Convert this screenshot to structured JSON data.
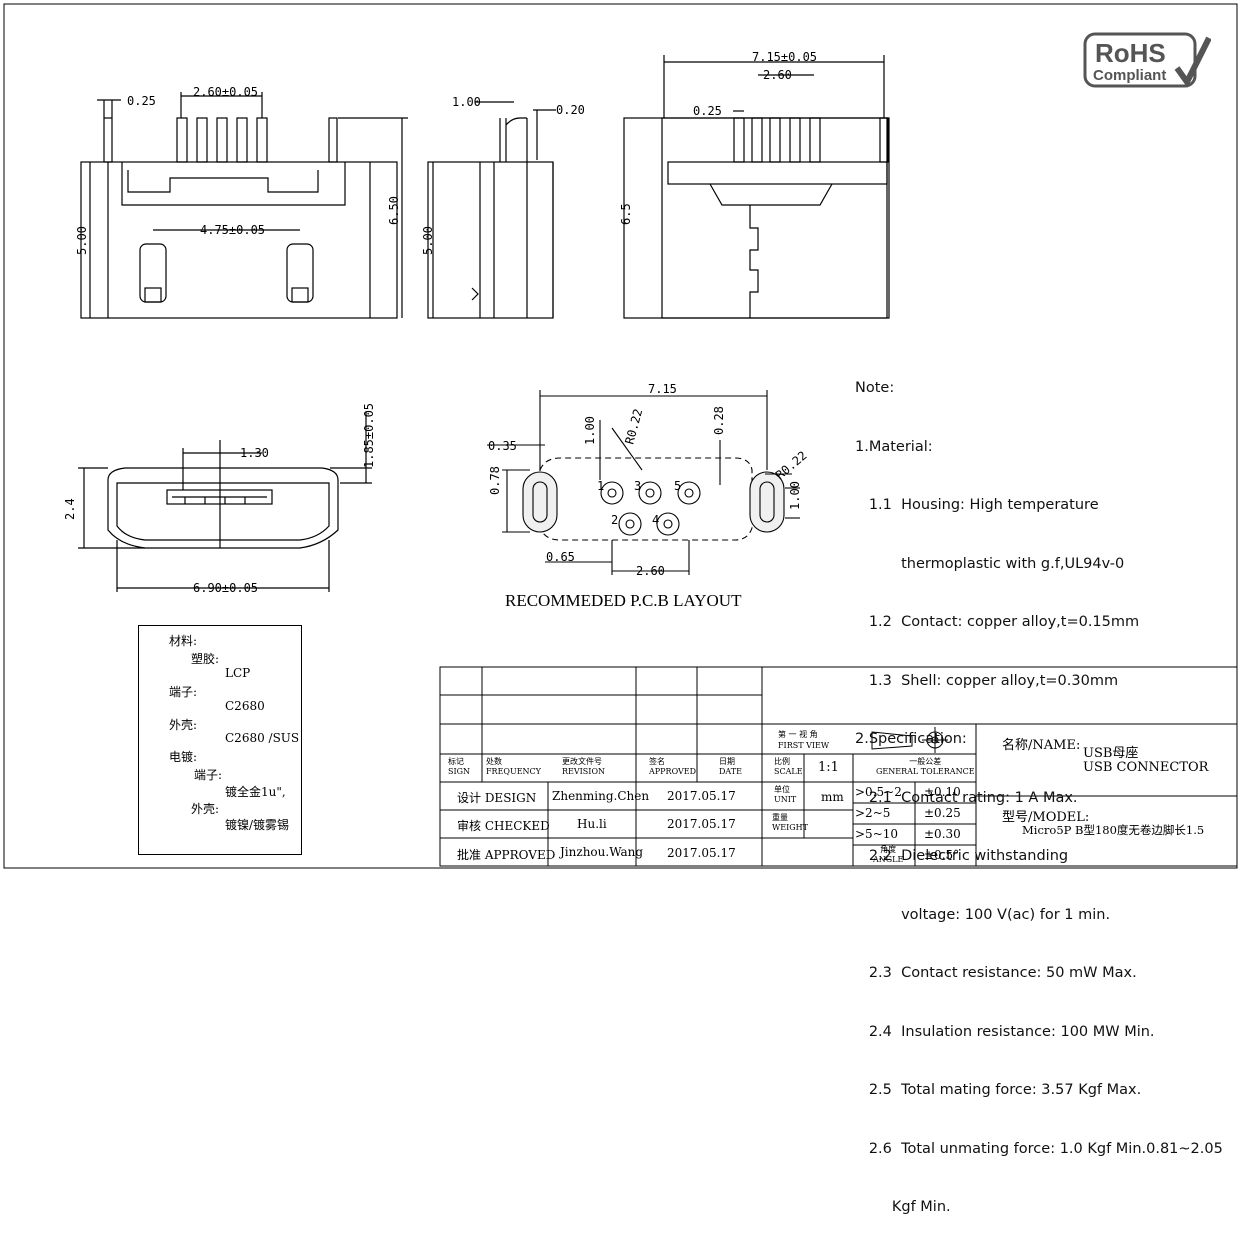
{
  "dims": {
    "front": {
      "pin_w": "0.25",
      "pitch": "2.60±0.05",
      "peg": "4.75±0.05",
      "h1": "5.00",
      "h2": "6.50"
    },
    "side": {
      "a": "1.00",
      "b": "0.20",
      "h": "5.00"
    },
    "top": {
      "w": "7.15±0.05",
      "pitch": "2.60",
      "pin_w": "0.25",
      "h": "6.5"
    },
    "mating": {
      "slot": "1.30",
      "h": "1.85±0.05",
      "h2": "2.4",
      "w": "6.90±0.05"
    },
    "pcb": {
      "w": "7.15",
      "r1": "R0.22",
      "a": "1.00",
      "b": "0.28",
      "c": "0.35",
      "d": "0.78",
      "r2": "R0.22",
      "e": "1.00",
      "f": "0.65",
      "g": "2.60",
      "pads": [
        "1",
        "2",
        "3",
        "4",
        "5"
      ],
      "title": "RECOMMEDED P.C.B LAYOUT"
    }
  },
  "notes": [
    "Note:",
    "1.Material:",
    "   1.1  Housing: High temperature",
    "          thermoplastic with g.f,UL94v-0",
    "   1.2  Contact: copper alloy,t=0.15mm",
    "   1.3  Shell: copper alloy,t=0.30mm",
    "2.Specification:",
    "   2.1  Contact rating: 1 A Max.",
    "   2.2  Dielectric withstanding",
    "          voltage: 100 V(ac) for 1 min.",
    "   2.3  Contact resistance: 50 mW Max.",
    "   2.4  Insulation resistance: 100 MW Min.",
    "   2.5  Total mating force: 3.57 Kgf Max.",
    "   2.6  Total unmating force: 1.0 Kgf Min.0.81~2.05",
    "        Kgf Min."
  ],
  "material_box": {
    "title": "材料:",
    "housing_label": "塑胶:",
    "housing": "LCP",
    "terminal_label": "端子:",
    "terminal": "C2680",
    "shell_label": "外壳:",
    "shell": "C2680 /SUS",
    "plating_label": "电镀:",
    "plating_terminal_label": "端子:",
    "plating_terminal": "镀全金1u\",",
    "plating_shell_label": "外壳:",
    "plating_shell": "镀镍/镀雾锡"
  },
  "title_block": {
    "sign": "标记\nSIGN",
    "freq": "处数\nFREQUENCY",
    "revision": "更改文件号\nREVISION",
    "approved_col": "签名\nAPPROVED",
    "date_col": "日期\nDATE",
    "design_label": "设计 DESIGN",
    "design_name": "Zhenming.Chen",
    "design_date": "2017.05.17",
    "checked_label": "审核 CHECKED",
    "checked_name": "Hu.li",
    "checked_date": "2017.05.17",
    "approved_label": "批准 APPROVED",
    "approved_name": "Jinzhou.Wang",
    "approved_date": "2017.05.17",
    "first_view": "第 一 视 角\nFIRST VIEW",
    "scale_label": "比例\nSCALE",
    "scale": "1:1",
    "general_tol": "一般公差\nGENERAL TOLERANCE",
    "unit_label": "单位\nUNIT",
    "unit": "mm",
    "weight_label": "重量\nWEIGHT",
    "angle_label": "角度\nANGLE",
    "tol_rows": [
      {
        "range": ">0.5~2",
        "tol": "±0.10"
      },
      {
        "range": ">2~5",
        "tol": "±0.25"
      },
      {
        "range": ">5~10",
        "tol": "±0.30"
      },
      {
        "range": "",
        "tol": "±0.5°"
      }
    ],
    "name_label": "名称/NAME:",
    "name_cn": "USB母座",
    "name_en": "USB CONNECTOR",
    "model_label": "型号/MODEL:",
    "model": "Micro5P B型180度无卷边脚长1.5"
  },
  "rohs": {
    "line1": "RoHS",
    "line2": "Compliant"
  }
}
